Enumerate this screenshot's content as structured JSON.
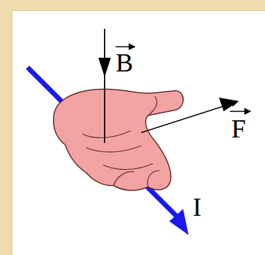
{
  "diagram": {
    "labels": [
      "B",
      "F",
      "I"
    ]
  }
}
